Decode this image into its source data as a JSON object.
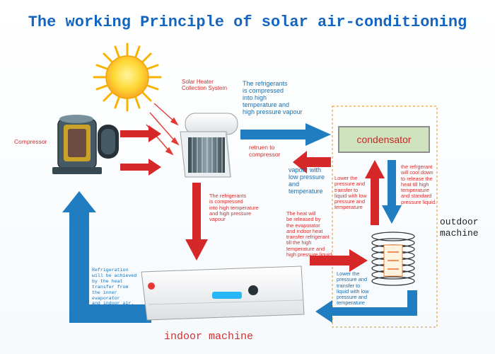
{
  "title": "The working Principle of solar air-conditioning",
  "labels": {
    "compressor": "Compressor",
    "solar_heater": "Solar Heater\nCollection System",
    "refrigerants_compressed_top": "The refrigerants\nis compressed\ninto high\ntemperature and\nhigh pressure vapour",
    "return_to_compressor": "retruen to\ncompressor",
    "condensator": "condensator",
    "vapour_low": "vapour with\nlow pressure\nand\ntemperature",
    "lower_pressure_top": "Lower the\npressure and\ntransfer to\nliquid with low\npressure and\ntemperature",
    "refrigerant_cool": "the refrgerant\nwill cool down\nto release the\nheat till high\ntemperature\nand standard\npressure liquid.",
    "outdoor_machine": "outdoor\nmachine",
    "refrigerants_compressed_mid": "The refrigerants\nis compressed\ninto high temperature\nand high pressure\nvapour",
    "heat_released": "The heat will\nbe released by\nthe evaporator\nand indoor heat\ntransfer refrigerant\ntill the high\ntemperature and\nhigh pressure liquid",
    "lower_pressure_bottom": "Lower the\npressure and\ntransfer to\nliquid with low\npressure and\ntemperature",
    "refrigeration_note": "Refrigeration\nwill be achieved\nby the heat\ntransfer from\nthe inner\nevaporator\nand indoor air.",
    "indoor_machine": "indoor machine"
  },
  "colors": {
    "title": "#1565c0",
    "red_arrow": "#d62828",
    "blue_arrow": "#1f7dc0",
    "condensator_fill": "#cfe3bf",
    "outdoor_border": "#e8a33a"
  },
  "icons": [
    "sun-icon",
    "compressor-unit",
    "solar-heater-panel",
    "indoor-ac-unit",
    "evaporator-coil"
  ]
}
